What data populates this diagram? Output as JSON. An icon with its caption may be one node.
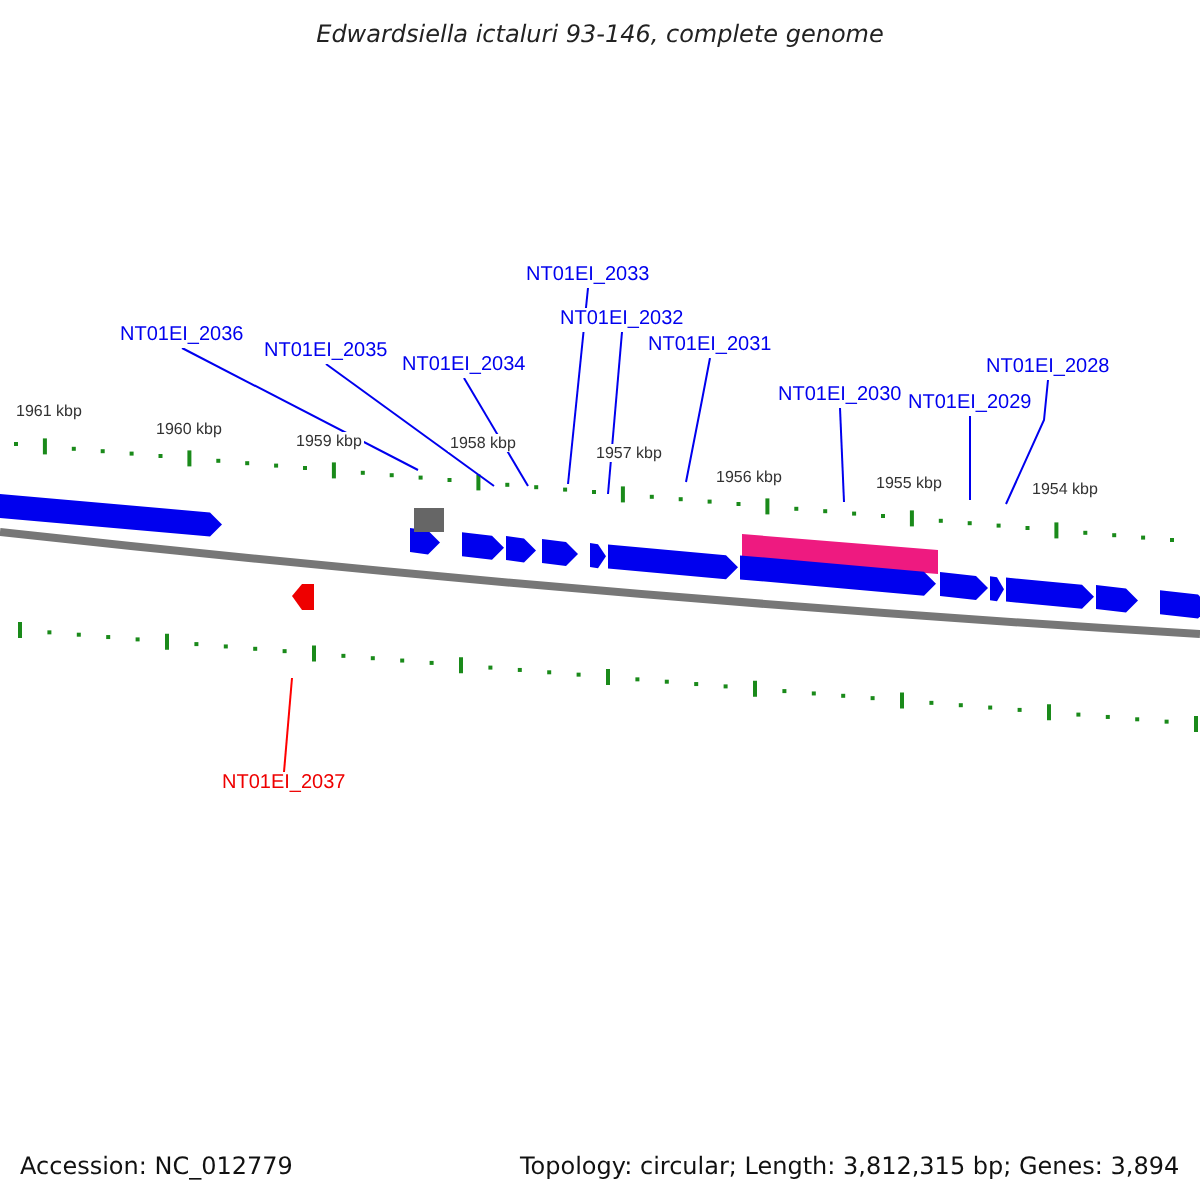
{
  "diagram": {
    "title": "Edwardsiella ictaluri 93-146, complete genome",
    "nodes": [
      {
        "text": [
          "NT01EI_2033"
        ]
      },
      {
        "text": [
          "NT01EI_2032"
        ]
      },
      {
        "text": [
          "NT01EI_2036"
        ]
      },
      {
        "text": [
          "NT01EI_2031"
        ]
      },
      {
        "text": [
          "NT01EI_2035"
        ]
      },
      {
        "text": [
          "NT01EI_2034"
        ]
      },
      {
        "text": [
          "NT01EI_2028"
        ]
      },
      {
        "text": [
          "NT01EI_2030"
        ]
      },
      {
        "text": [
          "NT01EI_2029"
        ]
      },
      {
        "text": [
          "NT01EI_2037"
        ]
      }
    ],
    "edges": [
      {
        "from": 0,
        "to": null,
        "arrow": "none"
      },
      {
        "from": 1,
        "to": null,
        "arrow": "none"
      },
      {
        "from": 2,
        "to": null,
        "arrow": "none"
      },
      {
        "from": 3,
        "to": null,
        "arrow": "none"
      },
      {
        "from": 4,
        "to": null,
        "arrow": "none"
      },
      {
        "from": 5,
        "to": null,
        "arrow": "none"
      },
      {
        "from": 6,
        "to": null,
        "arrow": "none"
      },
      {
        "from": 7,
        "to": null,
        "arrow": "none"
      },
      {
        "from": 8,
        "to": null,
        "arrow": "none"
      },
      {
        "from": 9,
        "to": null,
        "arrow": "none",
        "color": "#ff0000"
      }
    ],
    "labels": [
      "1961 kbp",
      "1960 kbp",
      "1959 kbp",
      "1958 kbp",
      "1957 kbp",
      "1956 kbp",
      "1955 kbp",
      "1954 kbp",
      "Accession: NC_012779",
      "Topology: circular; Length: 3,812,315 bp; Genes: 3,894"
    ]
  }
}
